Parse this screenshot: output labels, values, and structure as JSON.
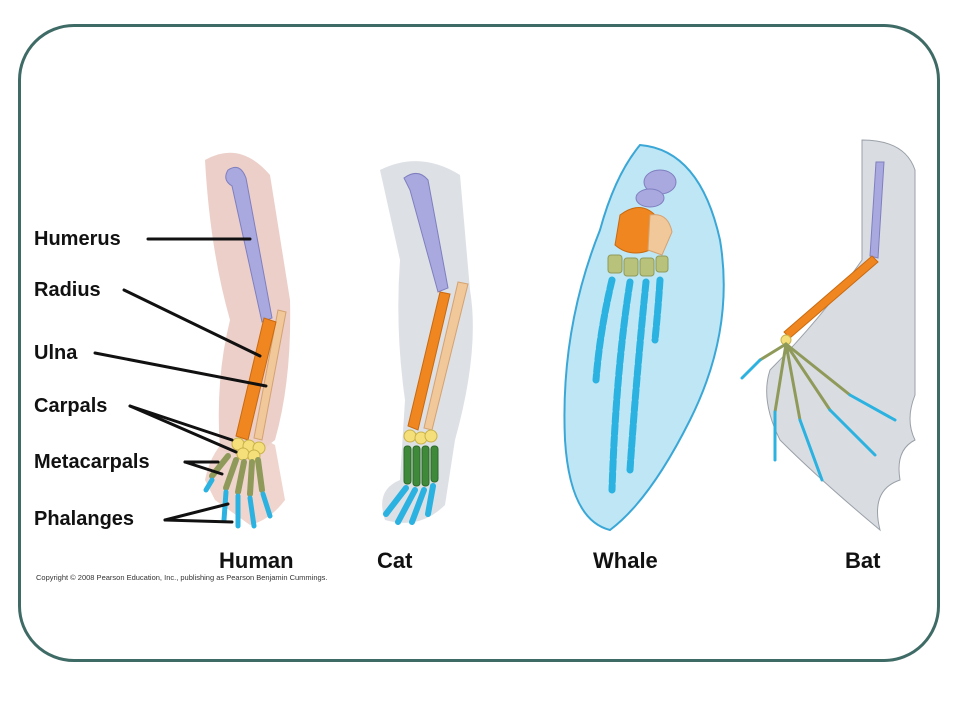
{
  "bone_labels": {
    "humerus": "Humerus",
    "radius": "Radius",
    "ulna": "Ulna",
    "carpals": "Carpals",
    "metacarpals": "Metacarpals",
    "phalanges": "Phalanges"
  },
  "species": {
    "human": "Human",
    "cat": "Cat",
    "whale": "Whale",
    "bat": "Bat"
  },
  "copyright": "Copyright © 2008 Pearson Education, Inc., publishing as Pearson Benjamin Cummings.",
  "colors": {
    "frame": "#3f6b66",
    "humerus": "#a9a9e0",
    "radius": "#f0861f",
    "ulna": "#f1c89a",
    "carpals": "#f5df7a",
    "metacarpals": "#8f9a5a",
    "phalanges": "#2bb2e0"
  }
}
